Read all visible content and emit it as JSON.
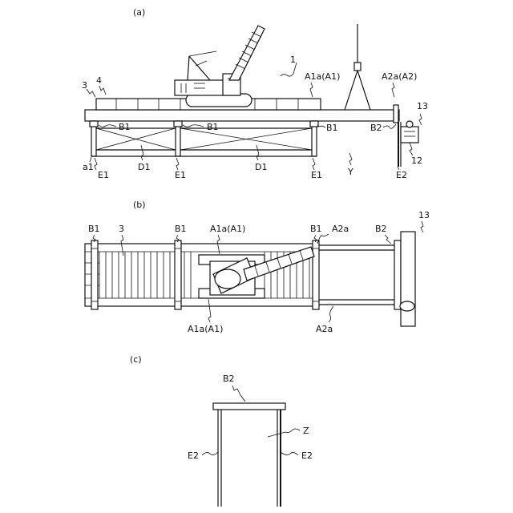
{
  "panels": {
    "a": "(a)",
    "b": "(b)",
    "c": "(c)"
  },
  "labels_a": {
    "crane": "1",
    "deck": "3",
    "rail": "4",
    "a1a": "A1a(A1)",
    "a2a": "A2a(A2)",
    "b1_left": "B1",
    "b1_mid": "B1",
    "b1_right": "B1",
    "b2": "B2",
    "d1_left": "D1",
    "d1_right": "D1",
    "base": "a1",
    "e1_1": "E1",
    "e1_2": "E1",
    "e1_3": "E1",
    "y": "Y",
    "e2": "E2",
    "n12": "12",
    "n13": "13"
  },
  "labels_b": {
    "b1_1": "B1",
    "deck": "3",
    "b1_2": "B1",
    "a1a_top": "A1a(A1)",
    "b1_3": "B1",
    "a2a_top": "A2a",
    "b2": "B2",
    "n13": "13",
    "a1a_bottom": "A1a(A1)",
    "a2a_bottom": "A2a"
  },
  "labels_c": {
    "b2": "B2",
    "z": "Z",
    "e2_left": "E2",
    "e2_right": "E2"
  }
}
